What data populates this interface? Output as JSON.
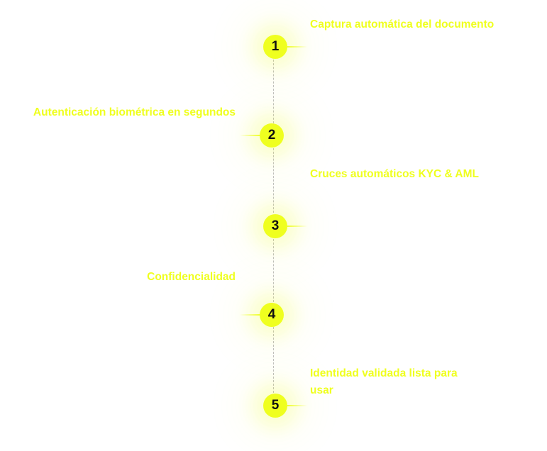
{
  "steps": [
    {
      "number": "1",
      "label": "Captura automática del documento"
    },
    {
      "number": "2",
      "label": "Autenticación biométrica en segundos"
    },
    {
      "number": "3",
      "label": "Cruces automáticos KYC & AML"
    },
    {
      "number": "4",
      "label": "Confidencialidad"
    },
    {
      "number": "5",
      "label": "Identidad validada lista para usar"
    }
  ],
  "colors": {
    "accent": "#efff1f",
    "node_text": "#111111",
    "connector": "#bfbfbf",
    "background": "#ffffff"
  }
}
